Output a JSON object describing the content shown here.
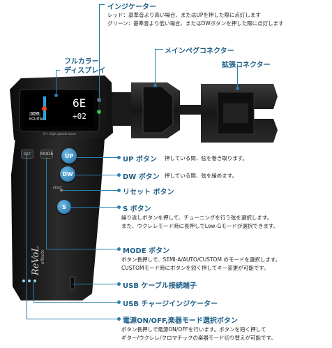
{
  "indicator": {
    "label": "インジケーター",
    "desc_red": "レッド：基準音より高い場合、またはUPを押した際に点灯します",
    "desc_green": "グリーン：基準音より低い場合、またはDWボタンを押した際に点灯します"
  },
  "main_peg": {
    "label": "メインペグコネクター"
  },
  "expand": {
    "label": "拡張コネクター"
  },
  "display": {
    "label_line1": "フルカラー",
    "label_line2": "ディスプレイ"
  },
  "screen": {
    "note": "6E",
    "cents": "+02",
    "mode": "SEMI",
    "instrument": "EGUITAR",
    "tagline": "R+ High speed tuner"
  },
  "up": {
    "label": "UP ボタン",
    "desc": "押している間、弦を巻き取ります。",
    "btn": "UP"
  },
  "dw": {
    "label": "DW ボタン",
    "desc": "押している間、弦を緩めます。",
    "btn": "DW"
  },
  "reset": {
    "label": "リセット ボタン",
    "small": "RESET"
  },
  "s": {
    "label": "S ボタン",
    "btn": "S",
    "desc1": "繰り返しボタンを押して、チューニングを行う弦を選択します。",
    "desc2": "また、ウクレレモード時に長押しでLow-Gモードが選択できます。"
  },
  "mode": {
    "label": "MODE ボタン",
    "btn": "MODE",
    "desc1": "ボタン長押しで、SEMI-A/AUTO/CUSTOM のモードを選択します。",
    "desc2": "CUSTOMモード時にボタンを短く押してキー変更が可能です。"
  },
  "power_btn": {
    "btn": "⏻/♪"
  },
  "usb_port": {
    "label": "USB ケーブル接続端子"
  },
  "usb_charge": {
    "label": "USB チャージインジケーター"
  },
  "power": {
    "label": "電源ON/OFF,楽器モード選択ボタン",
    "desc1": "ボタン長押しで電源ON/OFFを行います。ボタンを短く押して",
    "desc2": "ギター/ウクレレ/クロマチックの楽器モード切り替えが可能です。"
  },
  "brand": {
    "name": "ReVoL",
    "sub": "effects"
  },
  "colors": {
    "accent": "#1f5f86",
    "body": "#1e1e1e",
    "button": "#2f86c4"
  }
}
